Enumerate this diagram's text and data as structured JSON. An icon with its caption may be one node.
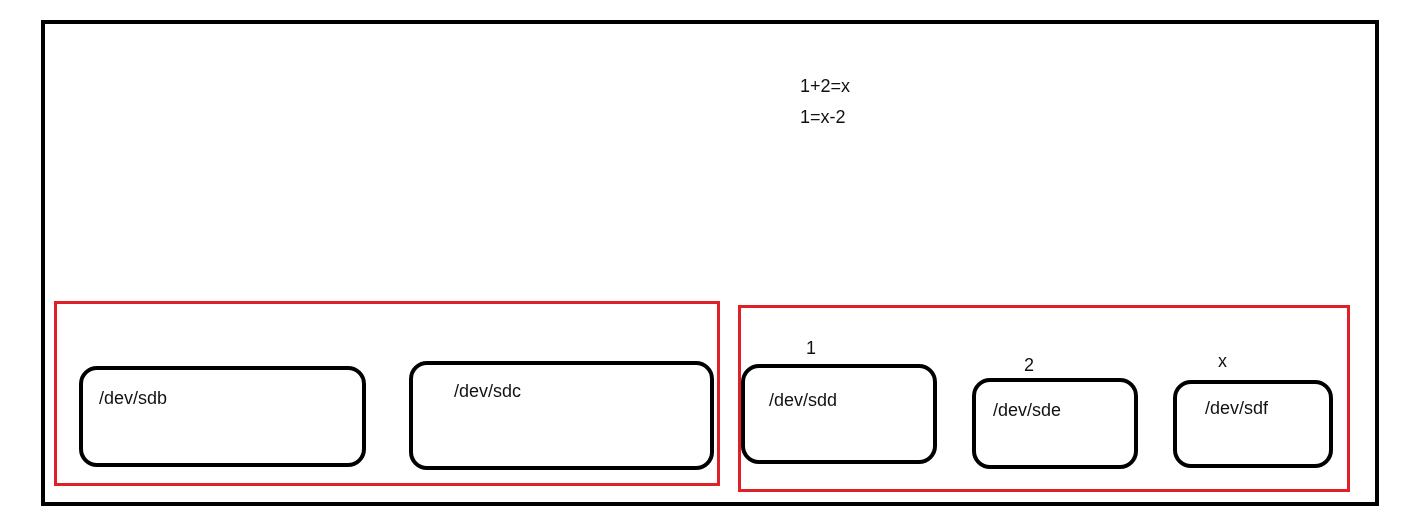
{
  "diagram": {
    "nodes": [
      {
        "text": [],
        "shape": "box"
      },
      {
        "text": [],
        "shape": "box",
        "in": 0
      },
      {
        "text": [],
        "shape": "box",
        "in": 0
      },
      {
        "text": [
          "/dev/sdb"
        ],
        "in": 1
      },
      {
        "text": [
          "/dev/sdc"
        ],
        "in": 1
      },
      {
        "text": [
          "/dev/sdd"
        ],
        "in": 2,
        "beside": [
          "1"
        ]
      },
      {
        "text": [
          "/dev/sde"
        ],
        "in": 2,
        "beside": [
          "2"
        ]
      },
      {
        "text": [
          "/dev/sdf"
        ],
        "in": 2,
        "beside": [
          "x"
        ]
      }
    ],
    "labels": [
      "1+2=x",
      "1=x-2"
    ]
  }
}
